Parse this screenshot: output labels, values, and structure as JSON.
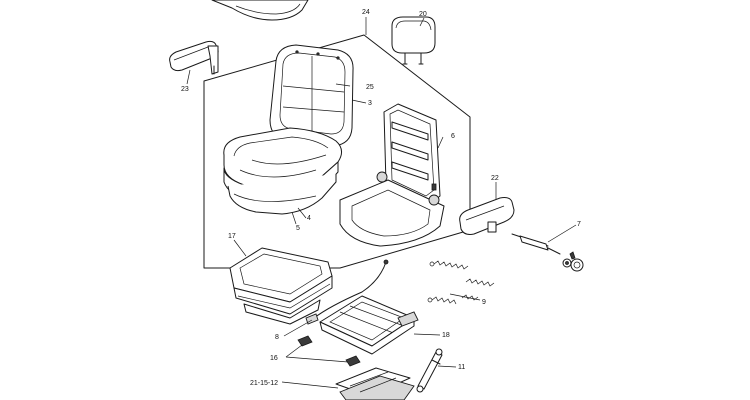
{
  "diagram": {
    "callouts": {
      "c20": "20",
      "c24": "24",
      "c23": "23",
      "c25": "25",
      "c3": "3",
      "c6": "6",
      "c4": "4",
      "c5": "5",
      "c22": "22",
      "c7": "7",
      "c17": "17",
      "c9": "9",
      "c8": "8",
      "c18": "18",
      "c16": "16",
      "c11": "11",
      "c21": "21-15-12"
    }
  }
}
